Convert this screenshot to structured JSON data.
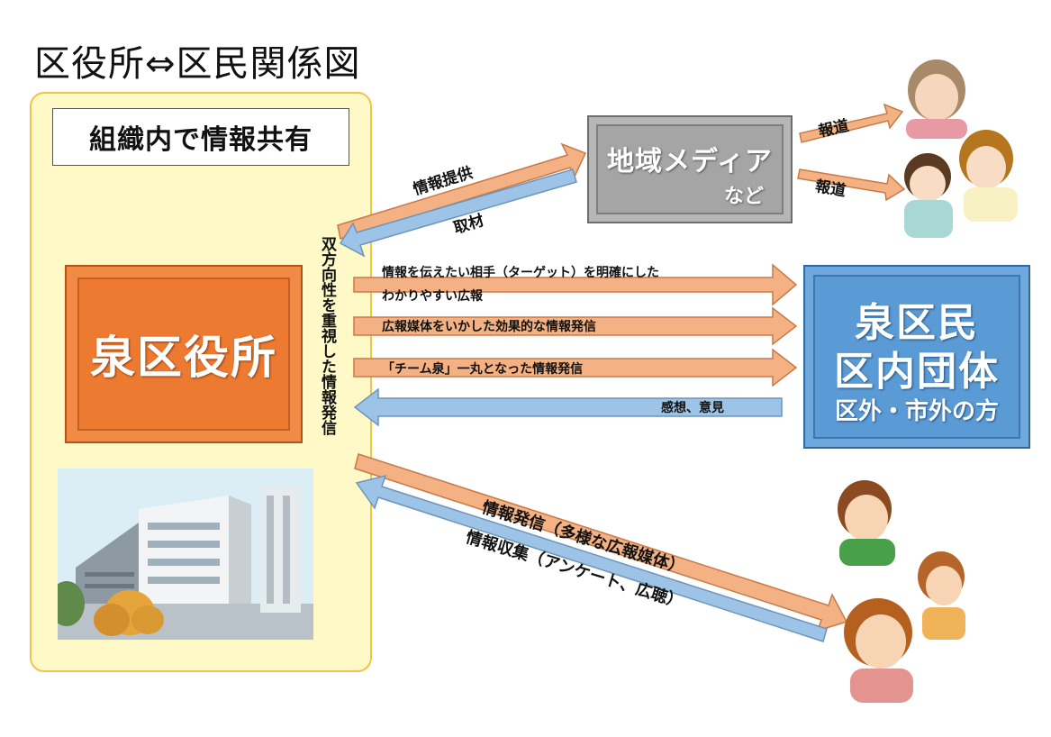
{
  "title": "区役所⇔区民関係図",
  "org_box": "組織内で情報共有",
  "ward_office": "泉区役所",
  "vertical_text": "双方向性を重視した情報発信",
  "media": {
    "line1": "地域メディア",
    "line2": "など"
  },
  "citizens": {
    "line1": "泉区民",
    "line2": "区内団体",
    "line3": "区外・市外の方"
  },
  "arrows": {
    "info_provide": "情報提供",
    "interview": "取材",
    "report1": "報道",
    "report2": "報道",
    "target1": "情報を伝えたい相手（ターゲット）を明確にした",
    "target2": "わかりやすい広報",
    "effective": "広報媒体をいかした効果的な情報発信",
    "team": "「チーム泉」一丸となった情報発信",
    "feedback": "感想、意見",
    "diverse": "情報発信（多様な広報媒体）",
    "collect": "情報収集（アンケート、広聴）"
  },
  "colors": {
    "orange_arrow": "#f4b183",
    "blue_arrow": "#9dc3e6",
    "ward_office": "#ed7a31",
    "citizens": "#5b9bd5",
    "media": "#a5a5a5",
    "panel": "#fff9c8"
  }
}
